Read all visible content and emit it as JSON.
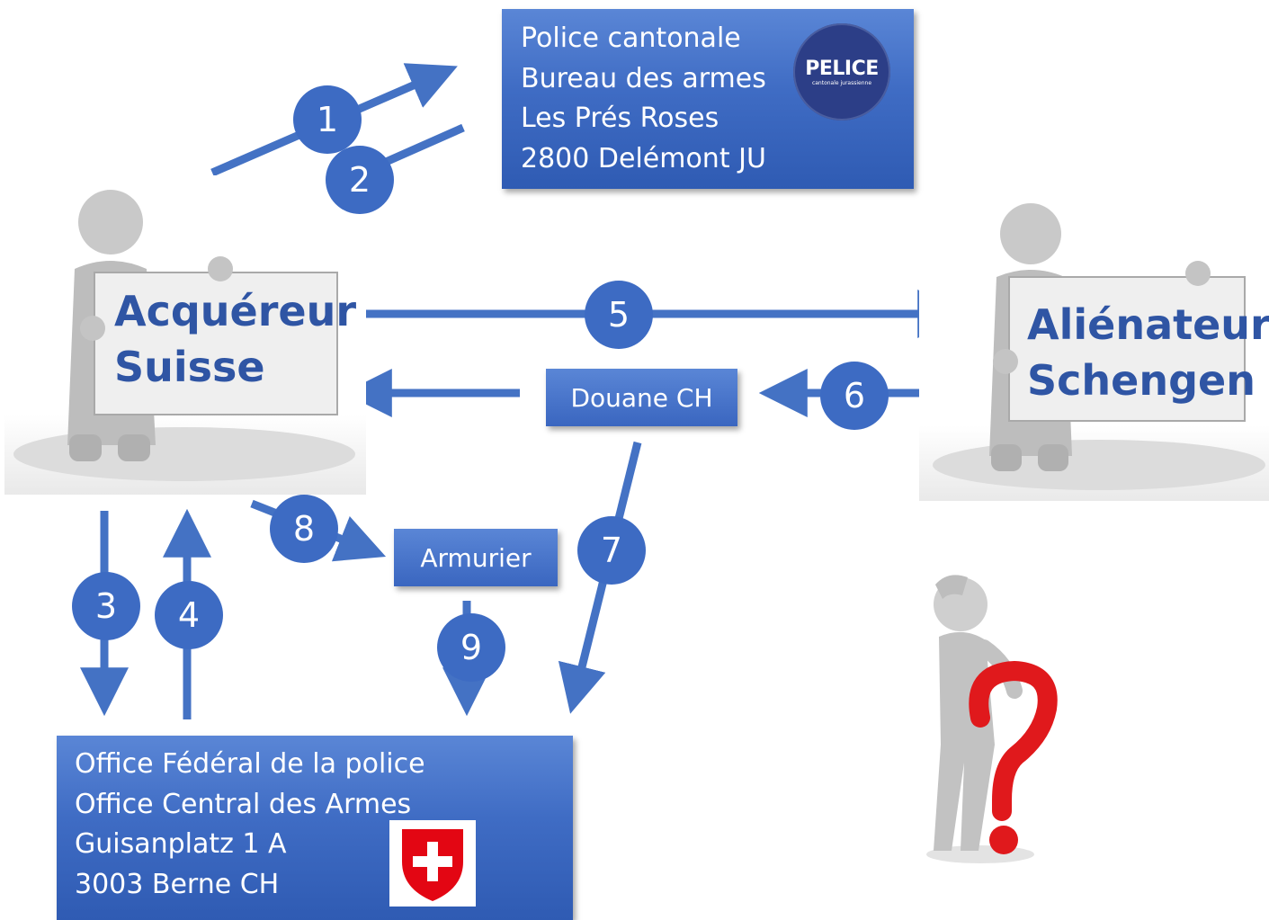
{
  "colors": {
    "arrow": "#4472c4",
    "box": "#3f6cc4",
    "sign_text": "#2f55a4",
    "question_mark": "#e0191c"
  },
  "police_box": {
    "lines": [
      "Police cantonale",
      "Bureau des armes",
      "Les Prés Roses",
      "2800 Delémont JU"
    ],
    "logo_text": "PELICE",
    "logo_subtext": "cantonale jurassienne"
  },
  "federal_box": {
    "lines": [
      "Office Fédéral de la police",
      "Office Central des Armes",
      "Guisanplatz 1 A",
      "3003 Berne CH"
    ],
    "logo": "swiss-coat-of-arms-icon"
  },
  "acquereur": {
    "line1": "Acquéreur",
    "line2": "Suisse"
  },
  "alienateur": {
    "line1": "Aliénateur",
    "line2": "Schengen"
  },
  "douane": {
    "label": "Douane CH"
  },
  "armurier": {
    "label": "Armurier"
  },
  "steps": [
    "1",
    "2",
    "3",
    "4",
    "5",
    "6",
    "7",
    "8",
    "9"
  ],
  "thinking_figure": {
    "icon": "question-mark-icon"
  }
}
